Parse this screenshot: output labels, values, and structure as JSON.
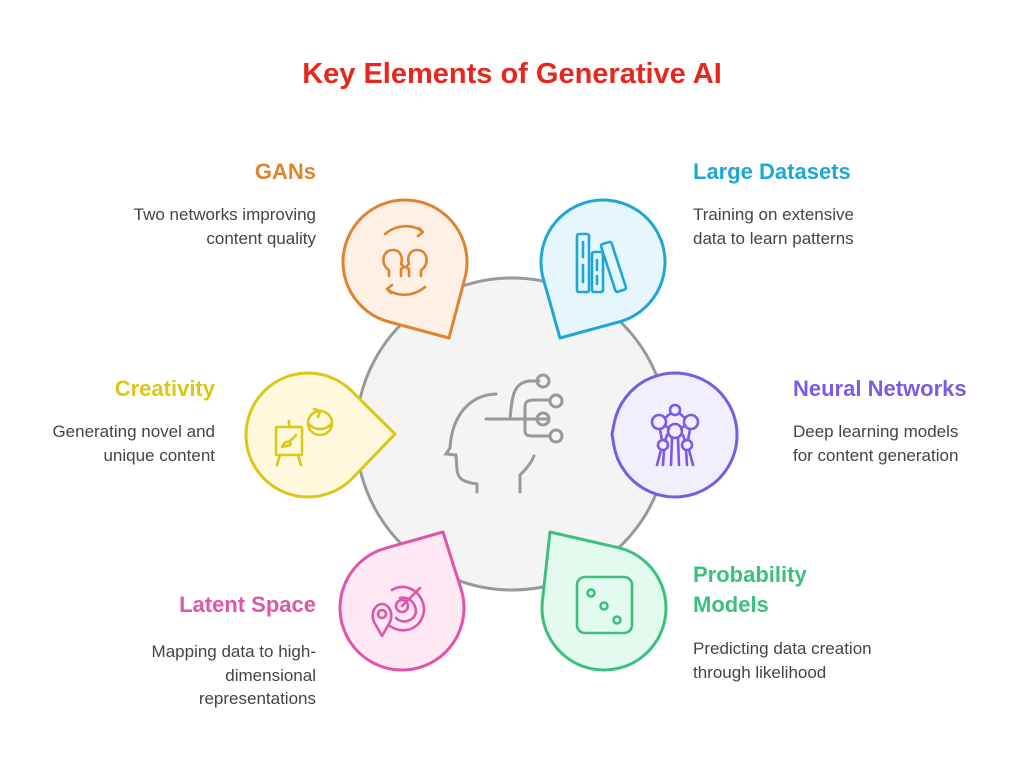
{
  "title": "Key Elements of Generative AI",
  "center_icon": "head-network-icon",
  "items": [
    {
      "title": "GANs",
      "desc": [
        "Two networks improving",
        "content quality"
      ],
      "icon": "heads-exchange-icon",
      "color": "#E0832F",
      "fill": "#FEF0E4"
    },
    {
      "title": "Large Datasets",
      "desc": [
        "Training on extensive",
        "data to learn patterns"
      ],
      "icon": "books-icon",
      "color": "#1EA7D6",
      "fill": "#E5F6FD"
    },
    {
      "title": "Creativity",
      "desc": [
        "Generating novel and",
        "unique content"
      ],
      "icon": "easel-paint-icon",
      "color": "#DCC616",
      "fill": "#FEF9DC"
    },
    {
      "title": "Neural Networks",
      "desc": [
        "Deep learning models",
        "for content generation"
      ],
      "icon": "network-structure-icon",
      "color": "#7A5BE6",
      "fill": "#F1EEFE"
    },
    {
      "title": "Latent Space",
      "desc": [
        "Mapping data to high-",
        "dimensional",
        "representations"
      ],
      "icon": "radar-location-icon",
      "color": "#E055A8",
      "fill": "#FDE8F4"
    },
    {
      "title": "Probability Models",
      "title_lines": [
        "Probability",
        "Models"
      ],
      "desc": [
        "Predicting data creation",
        "through likelihood"
      ],
      "icon": "dice-icon",
      "color": "#3CC07E",
      "fill": "#E2FBEE"
    }
  ]
}
